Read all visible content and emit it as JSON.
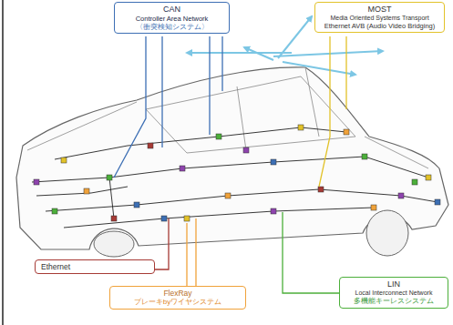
{
  "diagram": {
    "nodes": [
      {
        "text": [
          "CAN",
          "Controller Area Network",
          "〈衝突検知システム〉"
        ]
      },
      {
        "text": [
          "MOST",
          "Media Oriented Systems Transport",
          "Ethernet AVB (Audio Video Bridging)"
        ]
      },
      {
        "text": [
          "Ethernet"
        ]
      },
      {
        "text": [
          "FlexRay",
          "ブレーキbyワイヤシステム"
        ]
      },
      {
        "text": [
          "LIN",
          "Local Interconnect Network",
          "多機能キーレスシステム"
        ]
      }
    ]
  }
}
